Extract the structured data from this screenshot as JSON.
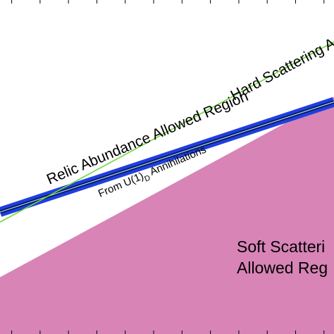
{
  "chart_data": {
    "type": "area",
    "title": "",
    "xlabel": "",
    "ylabel": "",
    "grid": false,
    "colors": {
      "soft_region": "#d884b7",
      "relic_band_outer": "#1f3fe0",
      "relic_band_inner": "#0a1a5a",
      "relic_band_center": "#a8d8ff",
      "hard_line": "#6cd83a",
      "ticks": "#000000",
      "background": "#ffffff"
    },
    "regions": [
      {
        "name": "soft_scattering",
        "label_lines": [
          "Soft Scatteri",
          "Allowed Reg"
        ],
        "boundary": [
          [
            0.0,
            0.17
          ],
          [
            1.0,
            0.71
          ]
        ]
      }
    ],
    "lines": [
      {
        "name": "relic_band",
        "points": [
          [
            0.0,
            0.365
          ],
          [
            1.0,
            0.695
          ]
        ],
        "label_lines": [
          "Relic Abundance Allowed Region",
          "From U(1)D Annihilations"
        ]
      },
      {
        "name": "hard_scattering",
        "points": [
          [
            0.0,
            0.335
          ],
          [
            1.0,
            0.875
          ]
        ],
        "label_lines": [
          "Hard Scattering A"
        ]
      }
    ],
    "labels": {
      "relic_main": "Relic Abundance Allowed Region",
      "relic_sub_prefix": "From U(1)",
      "relic_sub_subscript": "D",
      "relic_sub_suffix": " Annihilations",
      "hard": "Hard Scattering A",
      "soft_line1": "Soft Scatteri",
      "soft_line2": "Allowed Reg"
    },
    "xtick_positions": [
      0.035,
      0.12,
      0.205,
      0.29,
      0.375,
      0.46,
      0.545,
      0.63,
      0.715,
      0.8,
      0.885,
      0.97
    ]
  }
}
